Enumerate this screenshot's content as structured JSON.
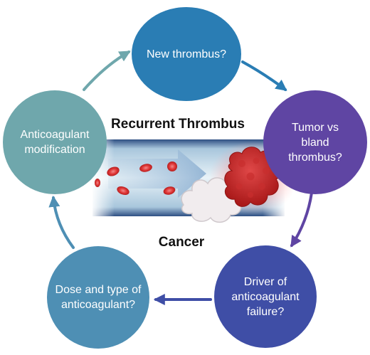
{
  "diagram": {
    "nodes": [
      {
        "id": "new-thrombus",
        "label": "New thrombus?",
        "color": "#2A7DB4"
      },
      {
        "id": "tumor-vs-bland",
        "label": "Tumor vs\nbland\nthrombus?",
        "color": "#5F45A3"
      },
      {
        "id": "driver-failure",
        "label": "Driver of\nanticoagulant\nfailure?",
        "color": "#3F4EA6"
      },
      {
        "id": "dose-type",
        "label": "Dose and type of\nanticoagulant?",
        "color": "#4E8FB4"
      },
      {
        "id": "modification",
        "label": "Anticoagulant\nmodification",
        "color": "#6FA7AC"
      }
    ],
    "arrow_colors": {
      "top_left": "#6FA7AC",
      "top_right": "#2A7DB4",
      "right": "#5F45A3",
      "bottom": "#3F4EA6",
      "left": "#4E8FB4"
    },
    "center": {
      "title": "Recurrent Thrombus",
      "subtitle": "Cancer"
    }
  }
}
